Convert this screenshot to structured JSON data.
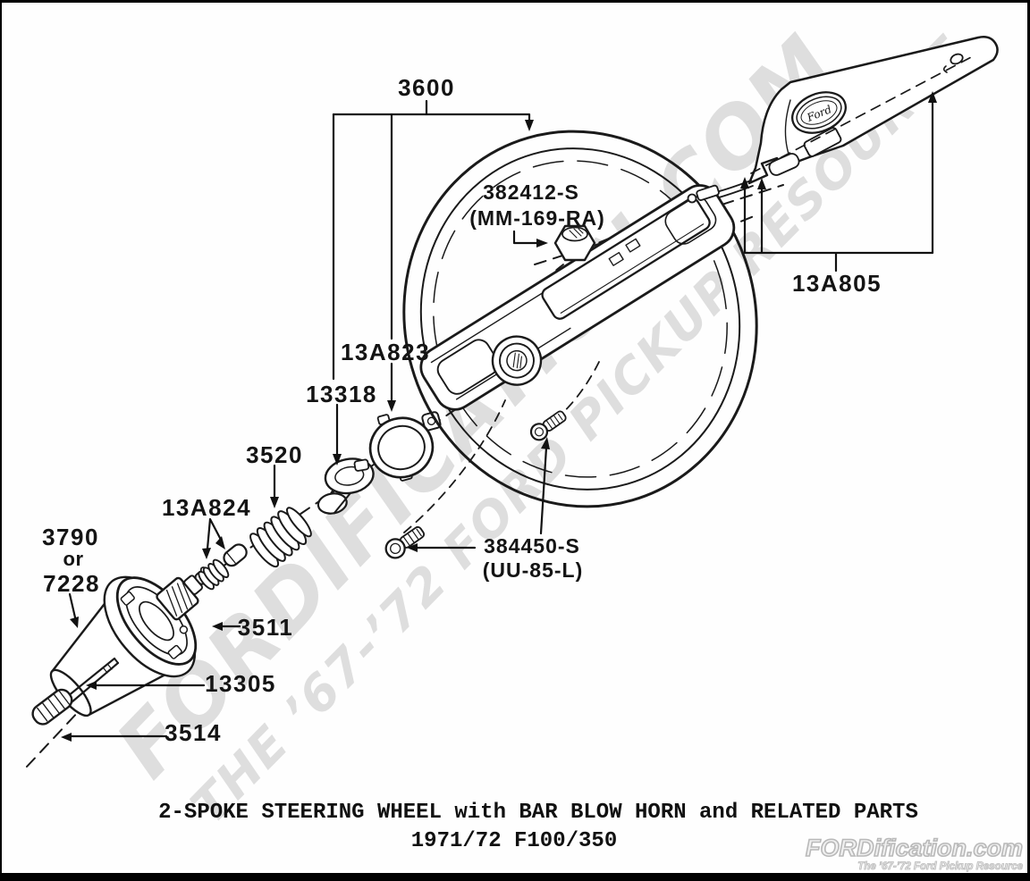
{
  "diagram": {
    "part_labels": {
      "p3600": "3600",
      "p382412_line1": "382412-S",
      "p382412_line2": "(MM-169-RA)",
      "p13A805": "13A805",
      "p13A823": "13A823",
      "p13318": "13318",
      "p3520": "3520",
      "p13A824": "13A824",
      "p3790_line1": "3790",
      "p3790_line2": "or",
      "p3790_line3": "7228",
      "p3511": "3511",
      "p13305": "13305",
      "p3514": "3514",
      "p384450_line1": "384450-S",
      "p384450_line2": "(UU-85-L)"
    },
    "ford_logo_script": "Ford"
  },
  "caption": {
    "title": "2-SPOKE STEERING WHEEL with BAR BLOW HORN and RELATED PARTS",
    "subtitle": "1971/72   F100/350"
  },
  "watermark": {
    "line1": "FORDIFICATION.COM",
    "line2": "THE ’67-’72 FORD PICKUP RESOURCE"
  },
  "site_logo": {
    "title": "FORDification.com",
    "subtitle": "The ’67-’72 Ford Pickup Resource"
  },
  "colors": {
    "line": "#1a1a1a",
    "background": "#ffffff",
    "watermark": "#cbcbcb",
    "border": "#000000"
  }
}
